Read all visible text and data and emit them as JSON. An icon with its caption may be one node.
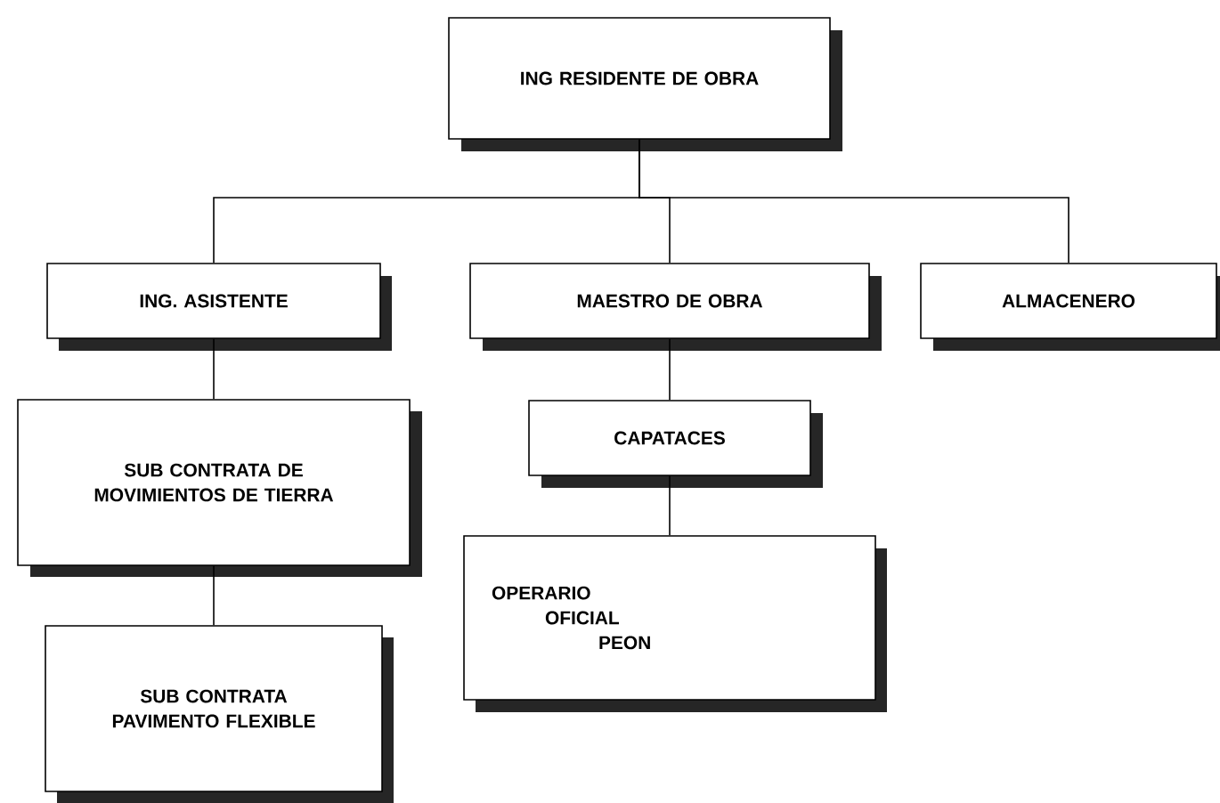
{
  "diagram": {
    "nodes": [
      {
        "text": [
          "ING RESIDENTE DE OBRA"
        ]
      },
      {
        "text": [
          "ING. ASISTENTE"
        ]
      },
      {
        "text": [
          "MAESTRO DE OBRA"
        ]
      },
      {
        "text": [
          "ALMACENERO"
        ]
      },
      {
        "text": [
          "SUB CONTRATA DE MOVIMIENTOS DE TIERRA"
        ]
      },
      {
        "text": [
          "CAPATACES"
        ]
      },
      {
        "text": [
          "OPERARIO",
          "OFICIAL",
          "PEON"
        ]
      },
      {
        "text": [
          "SUB CONTRATA PAVIMENTO FLEXIBLE"
        ]
      }
    ],
    "edges": [
      {
        "from": 0,
        "to": 1,
        "arrow": "none"
      },
      {
        "from": 0,
        "to": 2,
        "arrow": "none"
      },
      {
        "from": 0,
        "to": 3,
        "arrow": "none"
      },
      {
        "from": 1,
        "to": 4,
        "arrow": "none"
      },
      {
        "from": 4,
        "to": 7,
        "arrow": "none"
      },
      {
        "from": 2,
        "to": 5,
        "arrow": "none"
      },
      {
        "from": 5,
        "to": 6,
        "arrow": "none"
      }
    ]
  }
}
